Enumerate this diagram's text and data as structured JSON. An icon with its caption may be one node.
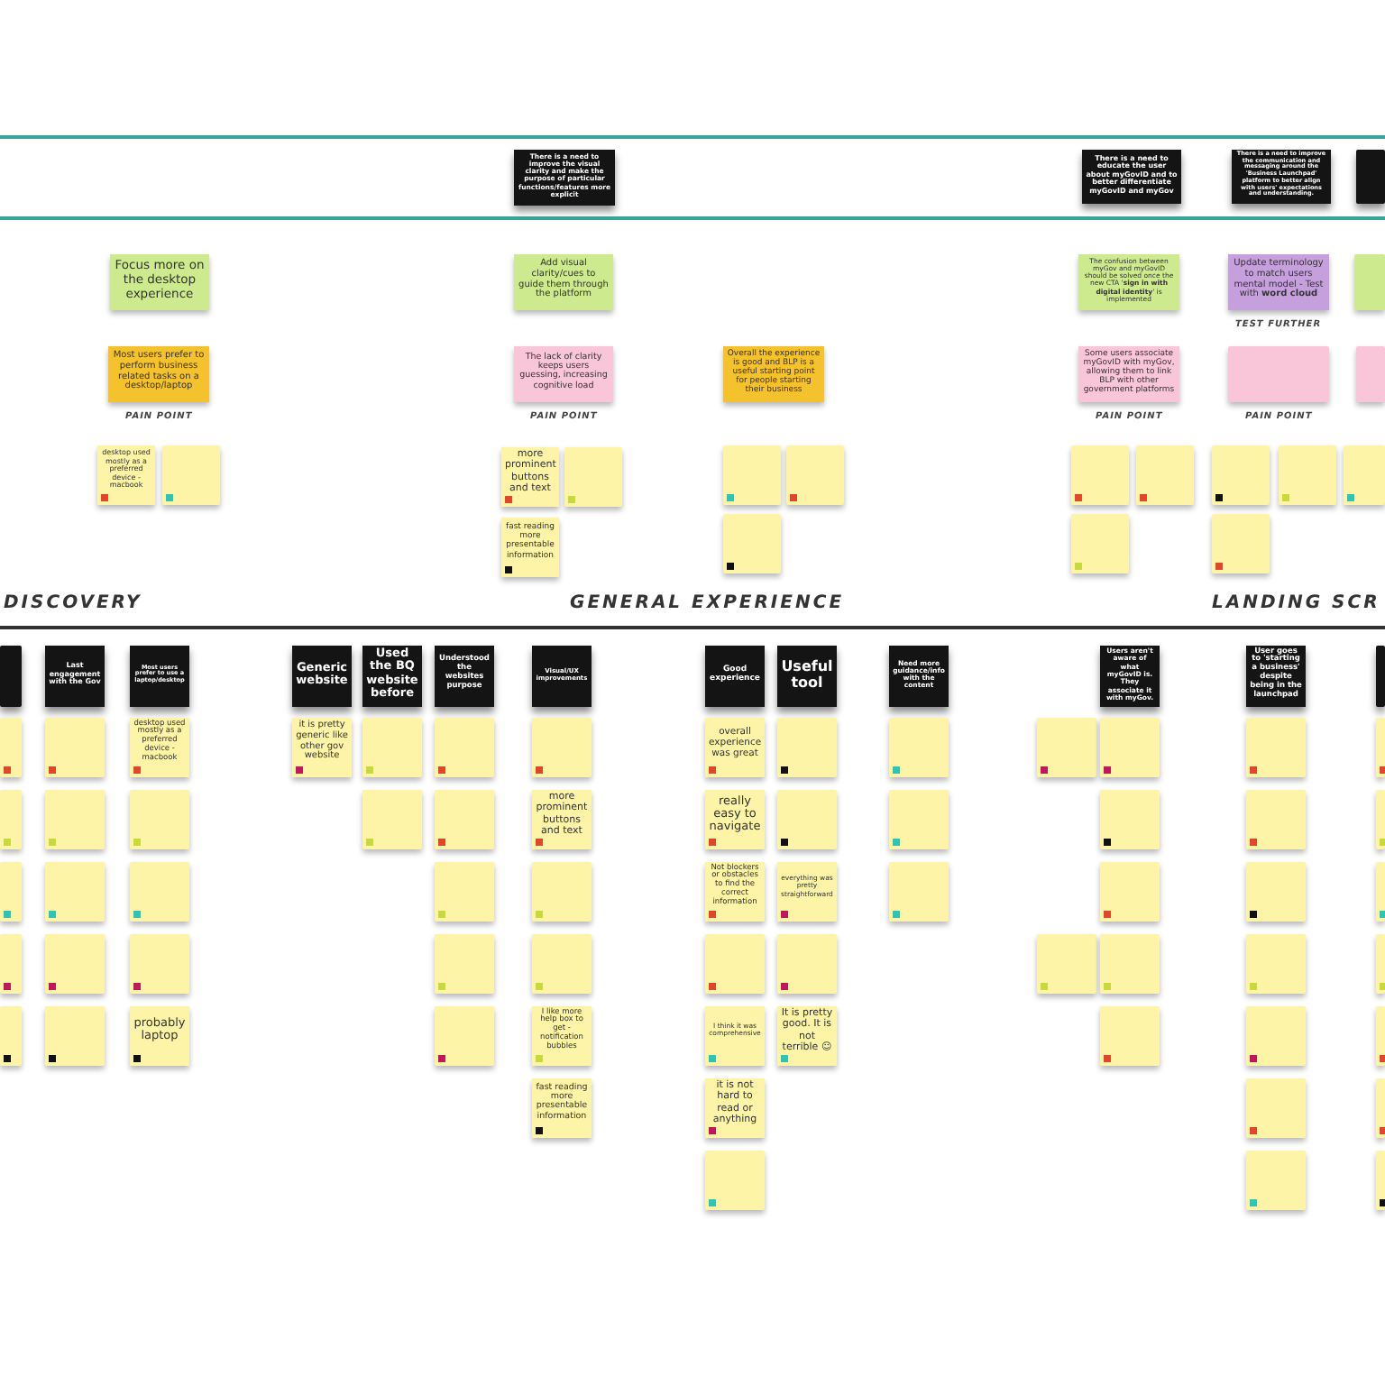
{
  "diagram": {
    "nodes": [
      {
        "text": [
          "There is a need to improve the visual clarity and make the purpose of particular functions/features more explicit"
        ]
      },
      {
        "text": [
          "There is a need to educate the user about myGovID and to better differentiate myGovID and myGov"
        ]
      },
      {
        "text": [
          "There is a need to improve the communication and messaging around the 'Business Launchpad' platform to better align with users' expectations and understanding."
        ]
      },
      {
        "text": [],
        "shape": "box"
      },
      {
        "text": [
          "Focus more on the desktop experience"
        ]
      },
      {
        "text": [
          "Add visual clarity/cues to guide them through the platform"
        ]
      },
      {
        "text": [
          "The confusion between myGov and myGovID should be solved once the new CTA '**sign in with digital identity**' is implemented"
        ]
      },
      {
        "text": [
          "Update terminology to match users mental model - Test with **word cloud**"
        ],
        "beside": [
          "TEST FURTHER"
        ]
      },
      {
        "text": [],
        "shape": "box"
      },
      {
        "text": [
          "Most users prefer to perform business related tasks on a desktop/laptop"
        ],
        "beside": [
          "PAIN POINT"
        ]
      },
      {
        "text": [
          "The lack of clarity keeps users guessing, increasing cognitive load"
        ],
        "beside": [
          "PAIN POINT"
        ]
      },
      {
        "text": [
          "Overall the experience is good and BLP is a useful starting point for people starting their business"
        ]
      },
      {
        "text": [
          "Some users associate myGovID with myGov, allowing them to link BLP with other government platforms"
        ],
        "beside": [
          "PAIN POINT"
        ]
      },
      {
        "text": [],
        "shape": "box",
        "beside": [
          "PAIN POINT"
        ]
      },
      {
        "text": [],
        "shape": "box"
      },
      {
        "text": [
          "desktop used mostly as a preferred device - macbook"
        ]
      },
      {
        "text": [],
        "shape": "box"
      },
      {
        "text": [
          "more prominent buttons and text"
        ]
      },
      {
        "text": [],
        "shape": "box"
      },
      {
        "text": [
          "fast reading more presentable information"
        ]
      },
      {
        "text": [],
        "shape": "box"
      },
      {
        "text": [],
        "shape": "box"
      },
      {
        "text": [],
        "shape": "box"
      },
      {
        "text": [],
        "shape": "box"
      },
      {
        "text": [],
        "shape": "box"
      },
      {
        "text": [],
        "shape": "box"
      },
      {
        "text": [],
        "shape": "box"
      },
      {
        "text": [],
        "shape": "box"
      },
      {
        "text": [],
        "shape": "box"
      },
      {
        "text": [],
        "shape": "box"
      },
      {
        "text": [],
        "shape": "box"
      },
      {
        "text": [
          "Last engagement with the Gov"
        ]
      },
      {
        "text": [
          "Most users prefer to use a laptop/desktop"
        ]
      },
      {
        "text": [
          "Generic website"
        ]
      },
      {
        "text": [
          "Used the BQ website before"
        ]
      },
      {
        "text": [
          "Understood the websites purpose"
        ]
      },
      {
        "text": [
          "Visual/UX improvements"
        ]
      },
      {
        "text": [
          "Good experience"
        ]
      },
      {
        "text": [
          "Useful tool"
        ]
      },
      {
        "text": [
          "Need more guidance/info with the content"
        ]
      },
      {
        "text": [
          "Users aren't aware of what myGovID is. They associate it with myGov."
        ]
      },
      {
        "text": [
          "User goes to 'starting a business' despite being in the launchpad"
        ]
      },
      {
        "text": [],
        "shape": "box"
      },
      {
        "text": [],
        "shape": "box"
      },
      {
        "text": [],
        "shape": "box"
      },
      {
        "text": [],
        "shape": "box"
      },
      {
        "text": [],
        "shape": "box"
      },
      {
        "text": [],
        "shape": "box"
      },
      {
        "text": [],
        "shape": "box"
      },
      {
        "text": [],
        "shape": "box"
      },
      {
        "text": [],
        "shape": "box"
      },
      {
        "text": [],
        "shape": "box"
      },
      {
        "text": [],
        "shape": "box"
      },
      {
        "text": [
          "desktop used mostly as a preferred device - macbook"
        ]
      },
      {
        "text": [],
        "shape": "box"
      },
      {
        "text": [],
        "shape": "box"
      },
      {
        "text": [],
        "shape": "box"
      },
      {
        "text": [
          "probably laptop"
        ]
      },
      {
        "text": [
          "it is pretty generic like other gov website"
        ]
      },
      {
        "text": [],
        "shape": "box"
      },
      {
        "text": [],
        "shape": "box"
      },
      {
        "text": [],
        "shape": "box"
      },
      {
        "text": [],
        "shape": "box"
      },
      {
        "text": [],
        "shape": "box"
      },
      {
        "text": [],
        "shape": "box"
      },
      {
        "text": [],
        "shape": "box"
      },
      {
        "text": [],
        "shape": "box"
      },
      {
        "text": [
          "more prominent buttons and text"
        ]
      },
      {
        "text": [],
        "shape": "box"
      },
      {
        "text": [],
        "shape": "box"
      },
      {
        "text": [
          "I like more help box to get - notification bubbles"
        ]
      },
      {
        "text": [
          "fast reading more presentable information"
        ]
      },
      {
        "text": [
          "overall experience was great"
        ]
      },
      {
        "text": [
          "really easy to navigate"
        ]
      },
      {
        "text": [
          "Not blockers or obstacles to find the correct information"
        ]
      },
      {
        "text": [],
        "shape": "box"
      },
      {
        "text": [
          "I think it was comprehensive"
        ]
      },
      {
        "text": [
          "it is not hard to read or anything"
        ]
      },
      {
        "text": [],
        "shape": "box"
      },
      {
        "text": [],
        "shape": "box"
      },
      {
        "text": [],
        "shape": "box"
      },
      {
        "text": [
          "everything was pretty straightforward"
        ]
      },
      {
        "text": [],
        "shape": "box"
      },
      {
        "text": [
          "It is pretty good. It is not terrible ☺"
        ]
      },
      {
        "text": [],
        "shape": "box"
      },
      {
        "text": [],
        "shape": "box"
      },
      {
        "text": [],
        "shape": "box"
      },
      {
        "text": [],
        "shape": "box"
      },
      {
        "text": [],
        "shape": "box"
      },
      {
        "text": [],
        "shape": "box"
      },
      {
        "text": [],
        "shape": "box"
      },
      {
        "text": [],
        "shape": "box"
      },
      {
        "text": [],
        "shape": "box"
      },
      {
        "text": [],
        "shape": "box"
      },
      {
        "text": [],
        "shape": "box"
      },
      {
        "text": [],
        "shape": "box"
      },
      {
        "text": [],
        "shape": "box"
      },
      {
        "text": [],
        "shape": "box"
      },
      {
        "text": [],
        "shape": "box"
      },
      {
        "text": [],
        "shape": "box"
      },
      {
        "text": [],
        "shape": "box"
      },
      {
        "text": [],
        "shape": "box"
      },
      {
        "text": [],
        "shape": "box"
      },
      {
        "text": [],
        "shape": "box"
      },
      {
        "text": [],
        "shape": "box"
      },
      {
        "text": [],
        "shape": "box"
      },
      {
        "text": [],
        "shape": "box"
      },
      {
        "text": [],
        "shape": "box"
      }
    ],
    "labels": [
      "DISCOVERY",
      "GENERAL EXPERIENCE",
      "LANDING SCR"
    ]
  }
}
